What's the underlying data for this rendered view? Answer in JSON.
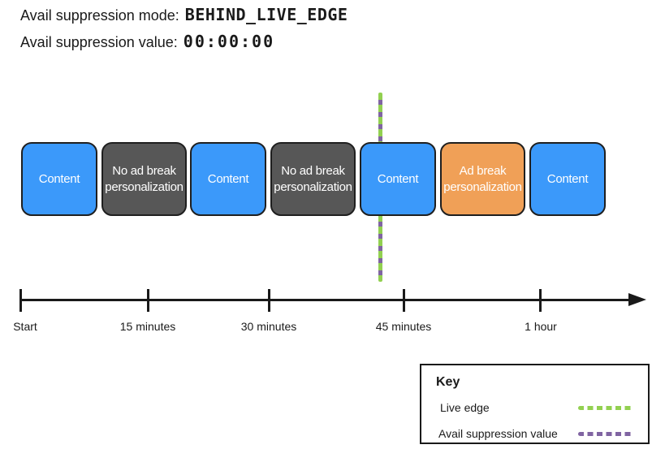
{
  "header": {
    "mode_label": "Avail suppression mode:",
    "mode_value": "BEHIND_LIVE_EDGE",
    "value_label": "Avail suppression value:",
    "value_value": "00:00:00"
  },
  "timeline": {
    "segments": [
      {
        "label": "Content",
        "type": "content"
      },
      {
        "label": "No ad break personalization",
        "type": "no_ad_personalization"
      },
      {
        "label": "Content",
        "type": "content"
      },
      {
        "label": "No ad break personalization",
        "type": "no_ad_personalization"
      },
      {
        "label": "Content",
        "type": "content"
      },
      {
        "label": "Ad break personalization",
        "type": "ad_personalization"
      },
      {
        "label": "Content",
        "type": "content"
      }
    ],
    "marker": {
      "colors": [
        "#92D050",
        "#8064A2"
      ]
    }
  },
  "axis": {
    "tick_labels": [
      "Start",
      "15 minutes",
      "30 minutes",
      "45 minutes",
      "1 hour"
    ]
  },
  "legend": {
    "title": "Key",
    "items": [
      {
        "label": "Live edge",
        "color": "#92D050"
      },
      {
        "label": "Avail suppression value",
        "color": "#8064A2"
      }
    ]
  },
  "colors": {
    "content_blue": "#3B99FA",
    "no_ad_gray": "#575757",
    "ad_orange": "#F0A057",
    "live_edge_green": "#92D050",
    "avail_suppression_purple": "#8064A2"
  }
}
